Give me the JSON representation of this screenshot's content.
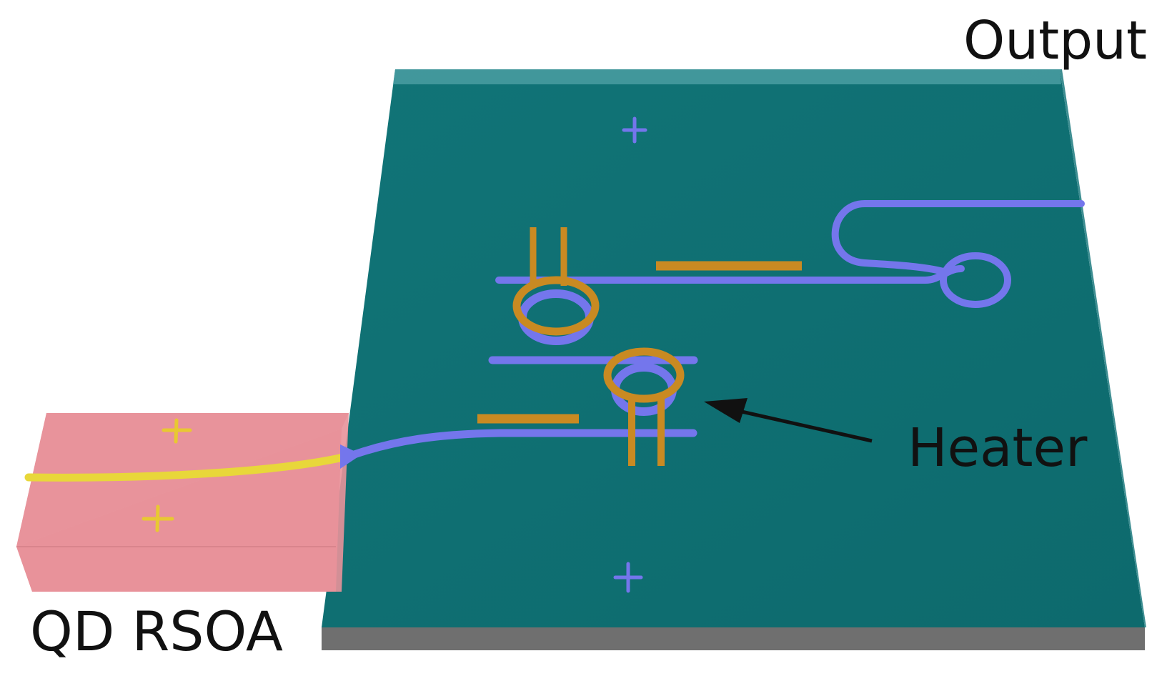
{
  "labels": {
    "output": "Output",
    "heater": "Heater",
    "device": "QD RSOA"
  },
  "colors": {
    "chip_top": "#0f6f72",
    "chip_side": "#6f6f6f",
    "chip_edge": "#4a9ea2",
    "rsoa_body": "#e8929a",
    "rsoa_side": "#df8890",
    "waveguide": "#7476ec",
    "heater": "#c98a22",
    "rsoa_waveguide": "#e8d73a",
    "arrow": "#111111"
  },
  "icons": [
    "plus-mark-icon",
    "arrow-icon"
  ]
}
